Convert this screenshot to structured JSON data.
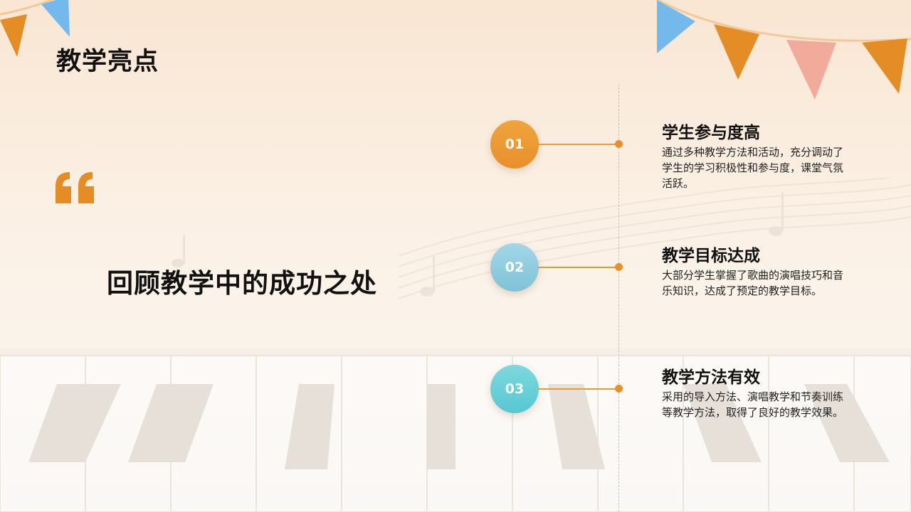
{
  "slide": {
    "title": "教学亮点",
    "subtitle": "回顾教学中的成功之处",
    "quote_mark": "“"
  },
  "items": [
    {
      "number": "01",
      "title": "学生参与度高",
      "description": "通过多种教学方法和活动，充分调动了学生的学习积极性和参与度，课堂气氛活跃。"
    },
    {
      "number": "02",
      "title": "教学目标达成",
      "description": "大部分学生掌握了歌曲的演唱技巧和音乐知识，达成了预定的教学目标。"
    },
    {
      "number": "03",
      "title": "教学方法有效",
      "description": "采用的导入方法、演唱教学和节奏训练等教学方法，取得了良好的教学效果。"
    }
  ],
  "colors": {
    "accent_orange": "#e8902a",
    "accent_blue": "#7ec3d8",
    "accent_teal": "#56c7d2",
    "flag_blue": "#74b9ec",
    "flag_pink": "#f2aa9b"
  }
}
